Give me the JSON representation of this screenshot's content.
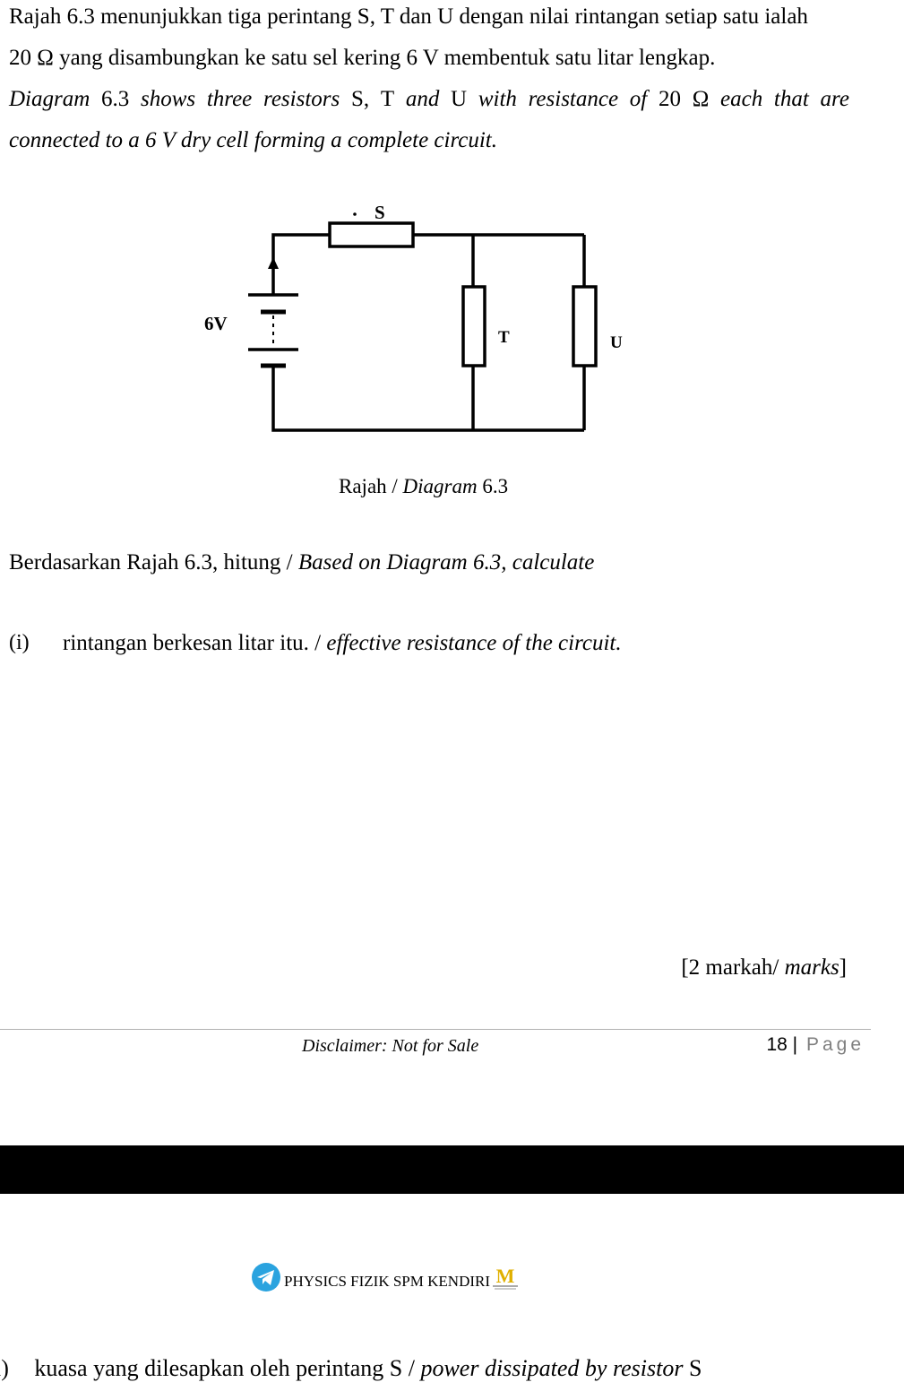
{
  "intro": {
    "ms_line1": "Rajah 6.3 menunjukkan tiga perintang S, T dan U dengan nilai rintangan setiap satu ialah",
    "ms_line2": "20 Ω yang disambungkan ke satu sel kering 6 V membentuk satu litar lengkap.",
    "en_line1_words": [
      "Diagram",
      "6.3",
      "shows",
      "three",
      "resistors",
      "S,",
      "T",
      "and",
      "U",
      "with",
      "resistance",
      "of",
      "20",
      "Ω",
      "each",
      "that",
      "are"
    ],
    "en_line2": "connected to a 6 V dry cell forming a complete circuit."
  },
  "diagram": {
    "label_s": "S",
    "label_t": "T",
    "label_u": "U",
    "label_cell": "6V",
    "caption_ms": "Rajah / ",
    "caption_en": "Diagram",
    "caption_num": " 6.3"
  },
  "question": {
    "stem_ms": "Berdasarkan Rajah 6.3, hitung / ",
    "stem_en": "Based on Diagram 6.3, calculate",
    "part_i_num": "(i)",
    "part_i_ms": "rintangan berkesan litar itu. / ",
    "part_i_en": "effective resistance of the circuit.",
    "marks_ms": "[2 markah/ ",
    "marks_en": "marks",
    "marks_close": "]"
  },
  "footer": {
    "disclaimer": "Disclaimer: Not for Sale",
    "page_number": "18",
    "page_sep": " | ",
    "page_word": "Page"
  },
  "brand": {
    "name": "PHYSICS FIZIK SPM KENDIRI",
    "logo_letter": "M"
  },
  "next_part": {
    "num": "i)",
    "ms": "kuasa yang dilesapkan oleh perintang S / ",
    "en": "power dissipated by resistor",
    "tail": " S"
  },
  "colors": {
    "telegram": "#2aa3df",
    "logo_gold": "#e0b000"
  }
}
